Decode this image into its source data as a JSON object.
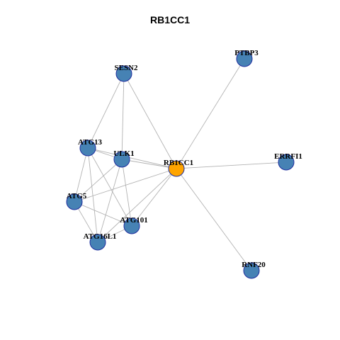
{
  "title": "RB1CC1",
  "colors": {
    "hub_fill": "#FFA500",
    "node_fill": "#4682B4",
    "node_stroke": "#1F2D9E",
    "edge": "#B3B3B3"
  },
  "nodes": [
    {
      "id": "RB1CC1",
      "label": "RB1CC1",
      "role": "hub"
    },
    {
      "id": "PTBP3",
      "label": "PTBP3",
      "role": "neighbor"
    },
    {
      "id": "SESN2",
      "label": "SESN2",
      "role": "neighbor"
    },
    {
      "id": "ATG13",
      "label": "ATG13",
      "role": "neighbor"
    },
    {
      "id": "ULK1",
      "label": "ULK1",
      "role": "neighbor"
    },
    {
      "id": "ERRFI1",
      "label": "ERRFI1",
      "role": "neighbor"
    },
    {
      "id": "ATG5",
      "label": "ATG5",
      "role": "neighbor"
    },
    {
      "id": "ATG101",
      "label": "ATG101",
      "role": "neighbor"
    },
    {
      "id": "ATG16L1",
      "label": "ATG16L1",
      "role": "neighbor"
    },
    {
      "id": "RNF20",
      "label": "RNF20",
      "role": "neighbor"
    }
  ],
  "edges": [
    [
      "RB1CC1",
      "PTBP3"
    ],
    [
      "RB1CC1",
      "SESN2"
    ],
    [
      "RB1CC1",
      "ATG13"
    ],
    [
      "RB1CC1",
      "ULK1"
    ],
    [
      "RB1CC1",
      "ERRFI1"
    ],
    [
      "RB1CC1",
      "ATG5"
    ],
    [
      "RB1CC1",
      "ATG101"
    ],
    [
      "RB1CC1",
      "ATG16L1"
    ],
    [
      "RB1CC1",
      "RNF20"
    ],
    [
      "SESN2",
      "ATG13"
    ],
    [
      "SESN2",
      "ULK1"
    ],
    [
      "ATG13",
      "ULK1"
    ],
    [
      "ATG13",
      "ATG5"
    ],
    [
      "ATG13",
      "ATG101"
    ],
    [
      "ATG13",
      "ATG16L1"
    ],
    [
      "ULK1",
      "ATG5"
    ],
    [
      "ULK1",
      "ATG101"
    ],
    [
      "ULK1",
      "ATG16L1"
    ],
    [
      "ATG5",
      "ATG101"
    ],
    [
      "ATG5",
      "ATG16L1"
    ],
    [
      "ATG101",
      "ATG16L1"
    ]
  ]
}
